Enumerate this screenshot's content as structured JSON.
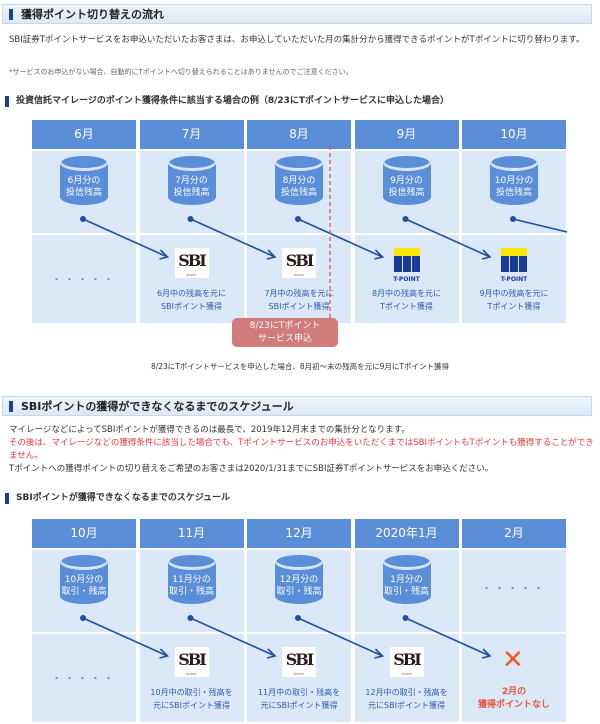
{
  "section1": {
    "title": "獲得ポイント切り替えの流れ",
    "body": "SBI証券Tポイントサービスをお申込いただいたお客さまは、お申込していただいた月の集計分から獲得できるポイントがTポイントに切り替わります。",
    "note": "*サービスのお申込がない場合、自動的にTポイントへ切り替えられることはありませんのでご注意ください。",
    "subtitle": "投資信託マイレージのポイント獲得条件に該当する場合の例（8/23にTポイントサービスに申込した場合）"
  },
  "diagram1": {
    "columns": [
      {
        "month": "6月",
        "top": [
          "6月分の",
          "投信残高"
        ],
        "bottom": null
      },
      {
        "month": "7月",
        "top": [
          "7月分の",
          "投信残高"
        ],
        "bottom": {
          "icon": "sbi-point-logo",
          "lines": [
            "6月中の残高を元に",
            "SBIポイント獲得"
          ]
        }
      },
      {
        "month": "8月",
        "top": [
          "8月分の",
          "投信残高"
        ],
        "bottom": {
          "icon": "sbi-point-logo",
          "lines": [
            "7月中の残高を元に",
            "SBIポイント獲得"
          ]
        }
      },
      {
        "month": "9月",
        "top": [
          "9月分の",
          "投信残高"
        ],
        "bottom": {
          "icon": "t-point-logo",
          "lines": [
            "8月中の残高を元に",
            "Tポイント獲得"
          ]
        }
      },
      {
        "month": "10月",
        "top": [
          "10月分の",
          "投信残高"
        ],
        "bottom": {
          "icon": "t-point-logo",
          "lines": [
            "9月中の残高を元に",
            "Tポイント獲得"
          ]
        }
      }
    ],
    "apply_label": [
      "8/23にTポイント",
      "サービス申込"
    ],
    "caption": "8/23にTポイントサービスを申込した場合、8月初～末の残高を元に9月にTポイント獲得"
  },
  "section2": {
    "title": "SBIポイントの獲得ができなくなるまでのスケジュール",
    "line1": "マイレージなどによってSBIポイントが獲得できるのは最長で、2019年12月末までの集計分となります。",
    "warning": "その後は、マイレージなどの獲得条件に該当した場合でも、Tポイントサービスのお申込をいただくまではSBIポイントもTポイントも獲得することができません。",
    "line3": "Tポイントへの獲得ポイントの切り替えをご希望のお客さまは2020/1/31までにSBI証券Tポイントサービスをお申込ください。",
    "subtitle": "SBIポイントが獲得できなくなるまでのスケジュール"
  },
  "diagram2": {
    "columns": [
      {
        "month": "10月",
        "top": [
          "10月分の",
          "取引・残高"
        ],
        "bottom": null
      },
      {
        "month": "11月",
        "top": [
          "11月分の",
          "取引・残高"
        ],
        "bottom": {
          "icon": "sbi-point-logo",
          "lines": [
            "10月中の取引・残高を",
            "元にSBIポイント獲得"
          ]
        }
      },
      {
        "month": "12月",
        "top": [
          "12月分の",
          "取引・残高"
        ],
        "bottom": {
          "icon": "sbi-point-logo",
          "lines": [
            "11月中の取引・残高を",
            "元にSBIポイント獲得"
          ]
        }
      },
      {
        "month": "2020年1月",
        "top": [
          "1月分の",
          "取引・残高"
        ],
        "bottom": {
          "icon": "sbi-point-logo",
          "lines": [
            "12月中の取引・残高を",
            "元にSBIポイント獲得"
          ]
        }
      },
      {
        "month": "2月",
        "top": null,
        "bottom": {
          "icon": "x-mark",
          "lines": [
            "2月の",
            "獲得ポイントなし"
          ]
        }
      }
    ]
  },
  "logos": {
    "sbi": "SBI",
    "sbi_sub": "POINT",
    "tpoint": "T-POINT"
  },
  "dots": "・・・・・",
  "colors": {
    "header": "#5b8ed9",
    "cell": "#dbe8f8",
    "arrow": "#1f4fa3",
    "apply": "#d17b7b",
    "warning": "#e8383d"
  }
}
